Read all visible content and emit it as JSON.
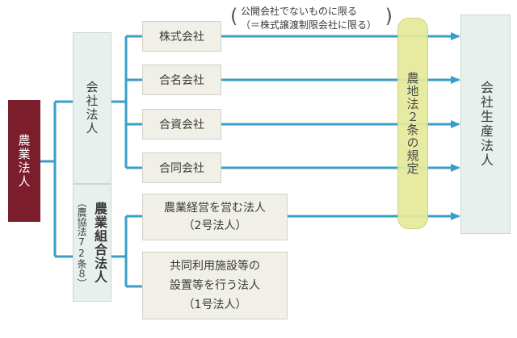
{
  "root": {
    "label": "農業法人"
  },
  "groups": {
    "kaisha": {
      "label": "会社法人"
    },
    "kumiai": {
      "label": "農業組合法人",
      "sub": "（農協法72条８）"
    }
  },
  "business_types": [
    {
      "label": "株式会社"
    },
    {
      "label": "合名会社"
    },
    {
      "label": "合資会社"
    },
    {
      "label": "合同会社"
    },
    {
      "line1": "農業経営を営む法人",
      "line2": "（2号法人）"
    },
    {
      "line1": "共同利用施設等の",
      "line2": "設置等を行う法人",
      "line3": "（1号法人）"
    }
  ],
  "regulation": {
    "label": "農地法２条の規定"
  },
  "target": {
    "label": "会社生産法人"
  },
  "note": {
    "open_paren": "(",
    "close_paren": ")",
    "line1": "公開会社でないものに限る",
    "line2": "（＝株式譲渡制限会社に限る）"
  },
  "colors": {
    "line": "#3a9ec8",
    "root_bg": "#7b1d2a",
    "regulation_bg": "#e4ea9a",
    "group_bg": "#e8f0ee",
    "type_bg": "#f0efe8"
  }
}
